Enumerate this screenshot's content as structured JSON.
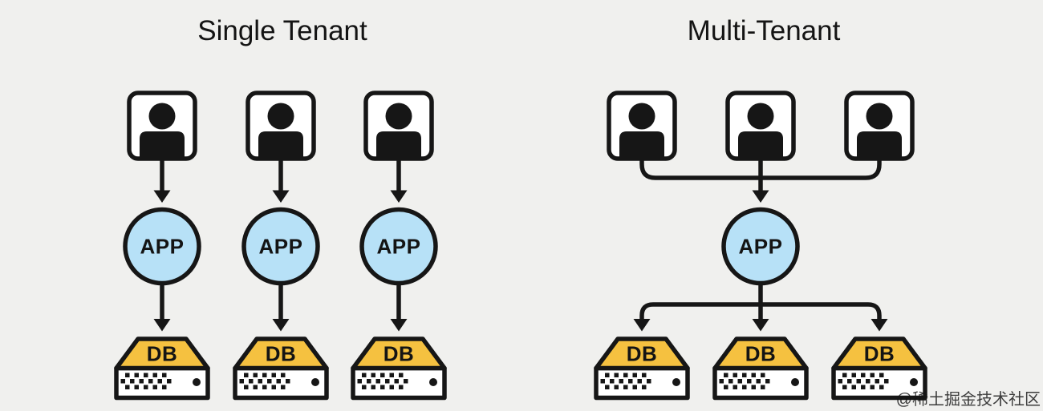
{
  "sections": {
    "single_tenant": {
      "title": "Single Tenant"
    },
    "multi_tenant": {
      "title": "Multi-Tenant"
    }
  },
  "labels": {
    "app": "APP",
    "db": "DB"
  },
  "icons": {
    "user": "user-icon",
    "app_node": "app-circle-node",
    "database": "db-server-icon",
    "arrow": "arrow-down-icon"
  },
  "watermark": {
    "text": "@稀土掘金技术社区",
    "color": "#9c9c9c"
  },
  "colors": {
    "background": "#f0f0ee",
    "app_fill": "#b7e1f7",
    "db_fill": "#f5c140",
    "line": "#161616",
    "node_fill": "#ffffff"
  }
}
